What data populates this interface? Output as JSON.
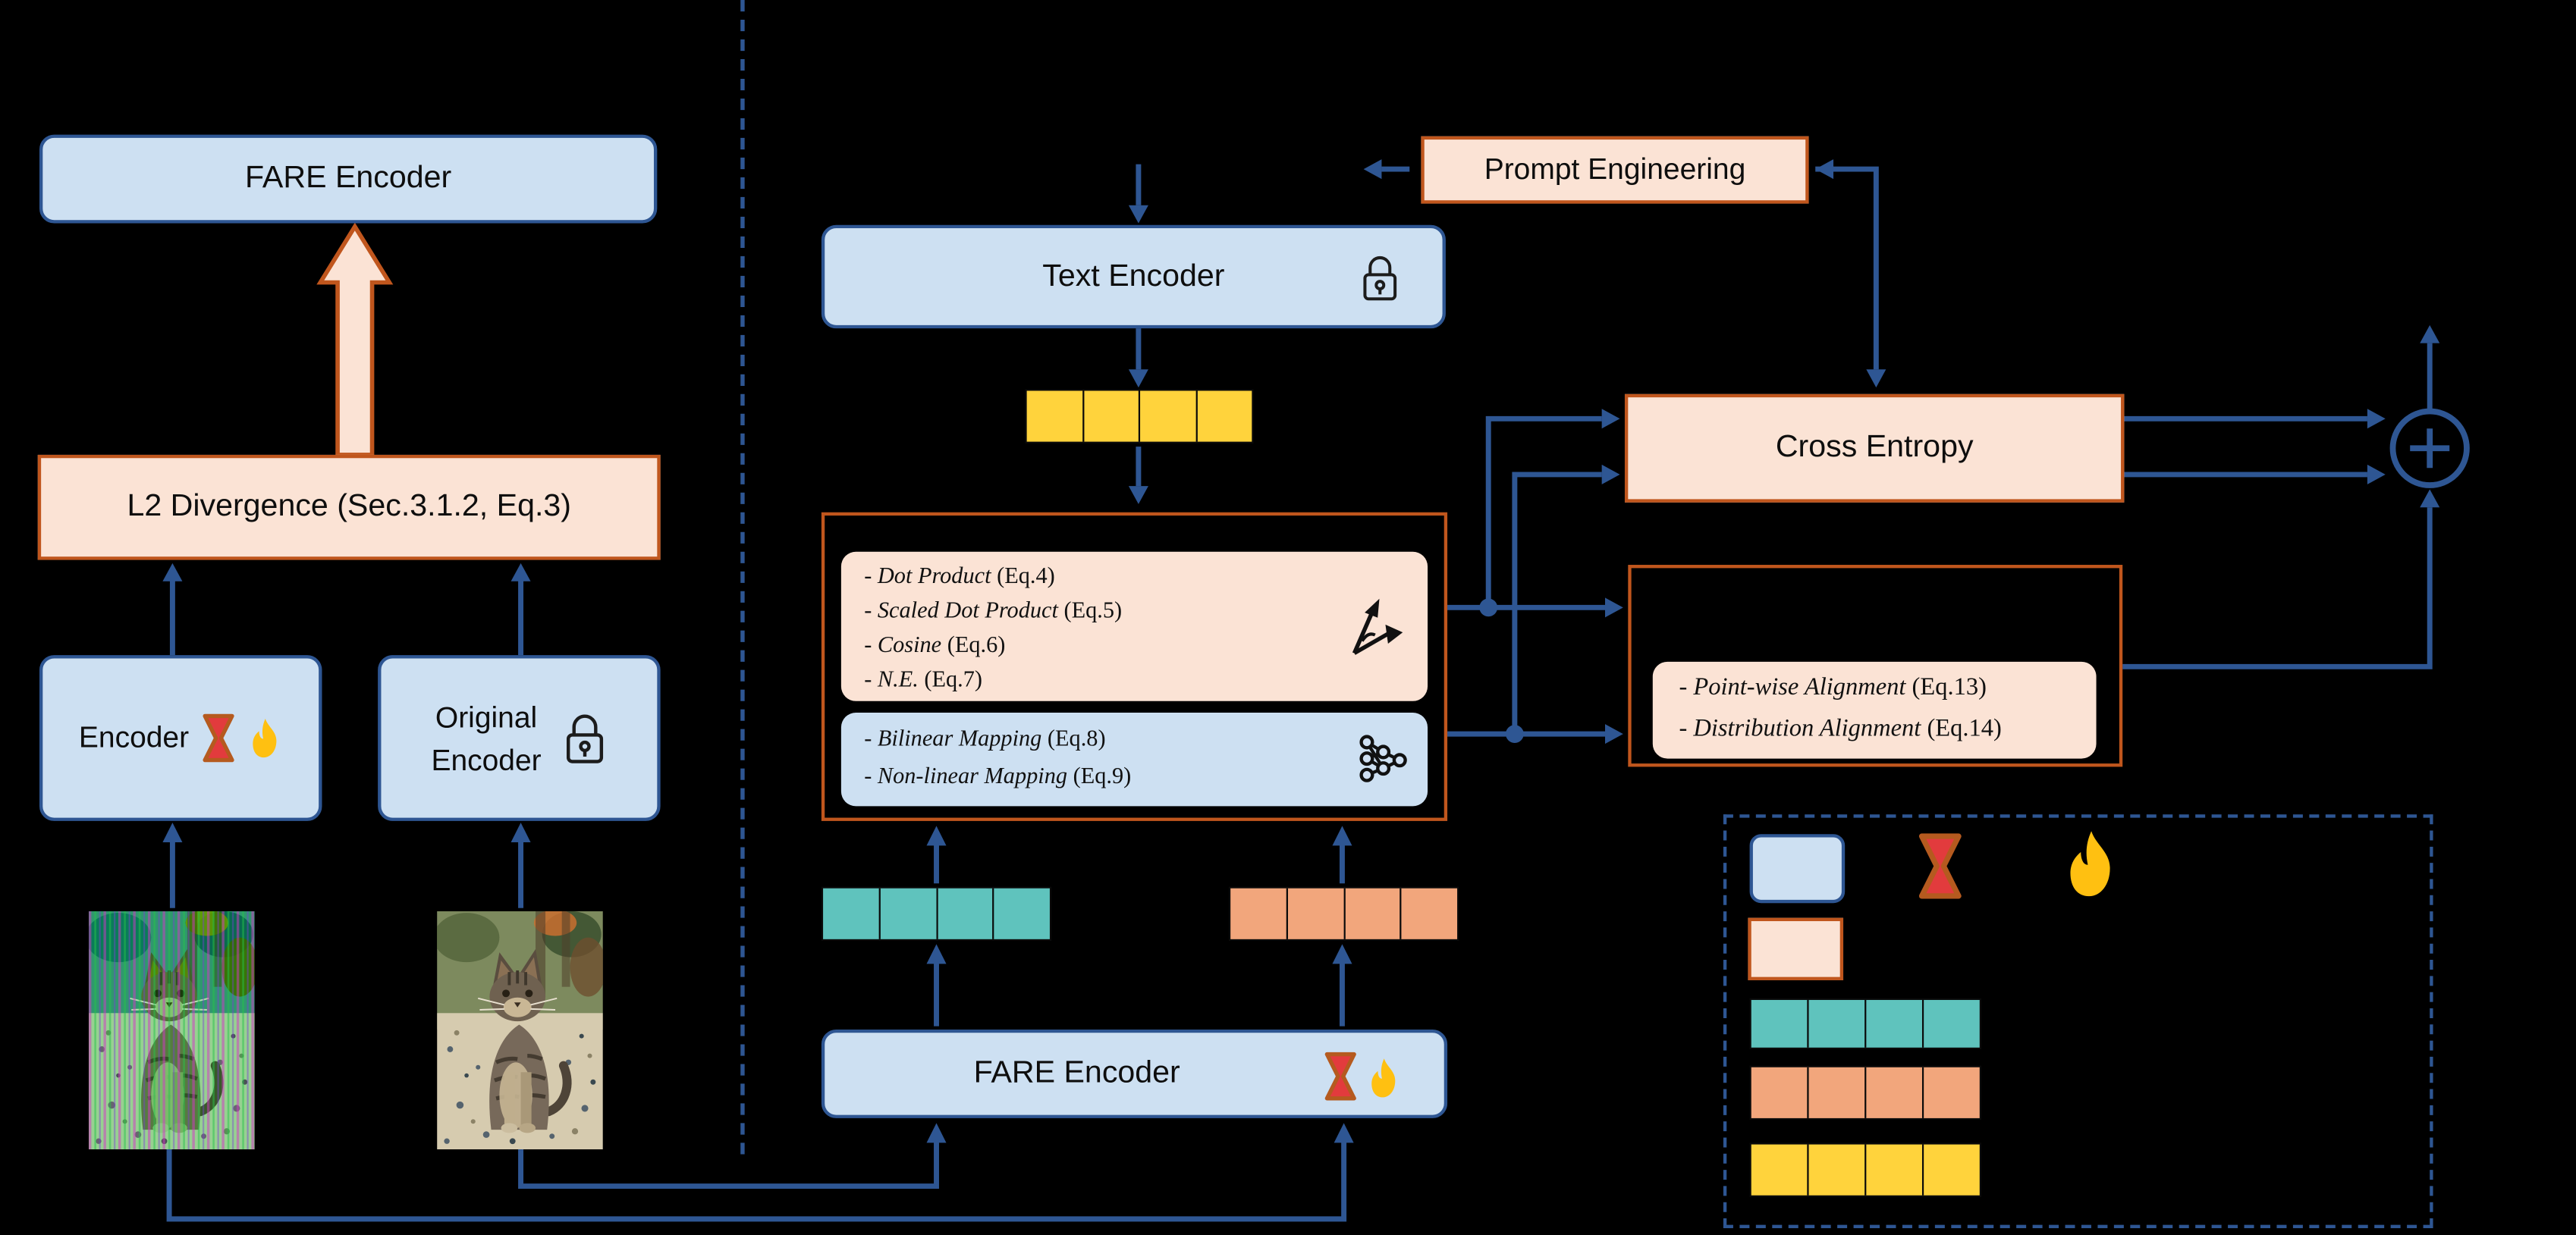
{
  "boxes": {
    "fare_top": "FARE Encoder",
    "l2": "L2 Divergence (Sec.3.1.2, Eq.3)",
    "encoder": "Encoder",
    "original_lines": [
      "Original",
      "Encoder"
    ],
    "text_encoder": "Text Encoder",
    "fare_bottom": "FARE Encoder",
    "prompt": "Prompt Engineering",
    "cross_entropy": "Cross Entropy"
  },
  "similarity": {
    "items": [
      {
        "name": "- Dot Product",
        "eq": "(Eq.4)"
      },
      {
        "name": "- Scaled Dot Product",
        "eq": "(Eq.5)"
      },
      {
        "name": "- Cosine",
        "eq": "(Eq.6)"
      },
      {
        "name": "- N.E.",
        "eq": "(Eq.7)"
      }
    ]
  },
  "mapping": {
    "items": [
      {
        "name": "- Bilinear Mapping",
        "eq": "(Eq.8)"
      },
      {
        "name": "- Non-linear Mapping",
        "eq": "(Eq.9)"
      }
    ]
  },
  "alignment": {
    "items": [
      {
        "name": "- Point-wise Alignment",
        "eq": "(Eq.13)"
      },
      {
        "name": "- Distribution Alignment",
        "eq": "(Eq.14)"
      }
    ]
  },
  "icons": {
    "lock": "lock-icon",
    "hourglass": "hourglass-icon",
    "flame": "flame-icon",
    "vectors": "vector-angle-icon",
    "network": "neural-net-icon",
    "plus": "plus-icon",
    "plus_symbol": "+"
  },
  "legend": {
    "symbols": [
      "blue-encoder-box",
      "hourglass-icon",
      "flame-icon",
      "peach-loss-box",
      "teal-token-row",
      "salmon-token-row",
      "yellow-token-row"
    ]
  },
  "colors": {
    "background": "#000000",
    "accent_blue": "#2e5693",
    "box_blue_fill": "#cde0f2",
    "peach_fill": "#fbe3d5",
    "orange_border": "#c0561d",
    "yellow_token": "#ffd33c",
    "teal_token": "#5fc3bd",
    "salmon_token": "#f2a67c",
    "hourglass_red": "#e23b3d",
    "hourglass_border": "#b55a1f",
    "flame_gold": "#ffc011"
  }
}
